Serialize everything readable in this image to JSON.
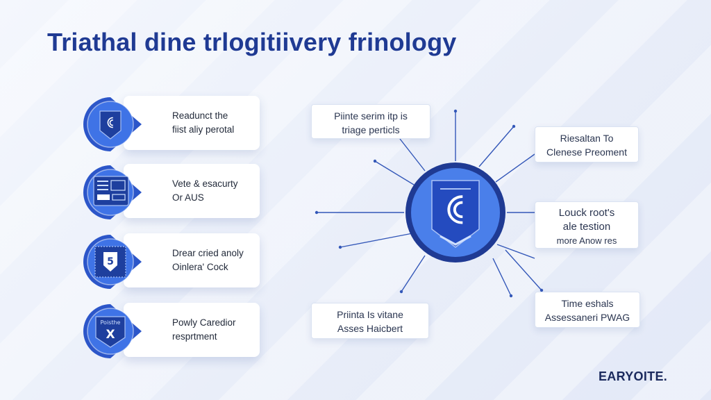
{
  "title": "Triathal dine trlogitiivery frinology",
  "steps": [
    {
      "line1": "Readunct the",
      "line2": "fiist aliy perotal",
      "icon": "shield-grid-icon",
      "glyph": "ꀯ"
    },
    {
      "line1": "Vete & esacurty",
      "line2": "Or AUS",
      "icon": "document-icon",
      "glyph": ""
    },
    {
      "line1": "Drear cried anoly",
      "line2": "Oinlera' Cock",
      "icon": "shield-badge-icon",
      "glyph": "5"
    },
    {
      "line1": "Powly Caredior",
      "line2": "resprtment",
      "icon": "shield-x-icon",
      "glyph": "X",
      "badge_text": "Poisthe"
    }
  ],
  "hub": {
    "icon": "central-shield-icon"
  },
  "nodes": [
    {
      "id": "top-left",
      "line1": "Piinte serim itp is",
      "line2": "triage perticls"
    },
    {
      "id": "top-right",
      "line1": "Riesaltan To",
      "line2": "Clenese Preoment"
    },
    {
      "id": "middle-right",
      "line1": "Louck root's",
      "line2": "ale testion",
      "line3": "more Anow res"
    },
    {
      "id": "bottom-left",
      "line1": "Priinta Is vitane",
      "line2": "Asses Haicbert"
    },
    {
      "id": "bottom-right",
      "line1": "Time eshals",
      "line2": "Assessaneri PWAG"
    }
  ],
  "brand": "EARYOITE.",
  "colors": {
    "title": "#1f3a93",
    "accent": "#2f5fd6",
    "accent_dark": "#1e3f9e",
    "hub_fill": "#3f73e6"
  }
}
